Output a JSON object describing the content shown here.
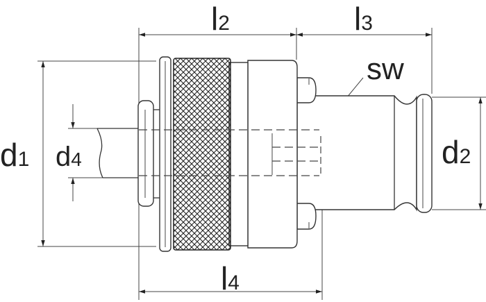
{
  "labels": {
    "l2": {
      "main": "l",
      "sub": "2"
    },
    "l3": {
      "main": "l",
      "sub": "3"
    },
    "l4": {
      "main": "l",
      "sub": "4"
    },
    "d1": {
      "main": "d",
      "sub": "1"
    },
    "d2": {
      "main": "d",
      "sub": "2"
    },
    "d4": {
      "main": "d",
      "sub": "4"
    },
    "sw": "sw"
  },
  "colors": {
    "line": "#333333",
    "background": "#ffffff"
  }
}
